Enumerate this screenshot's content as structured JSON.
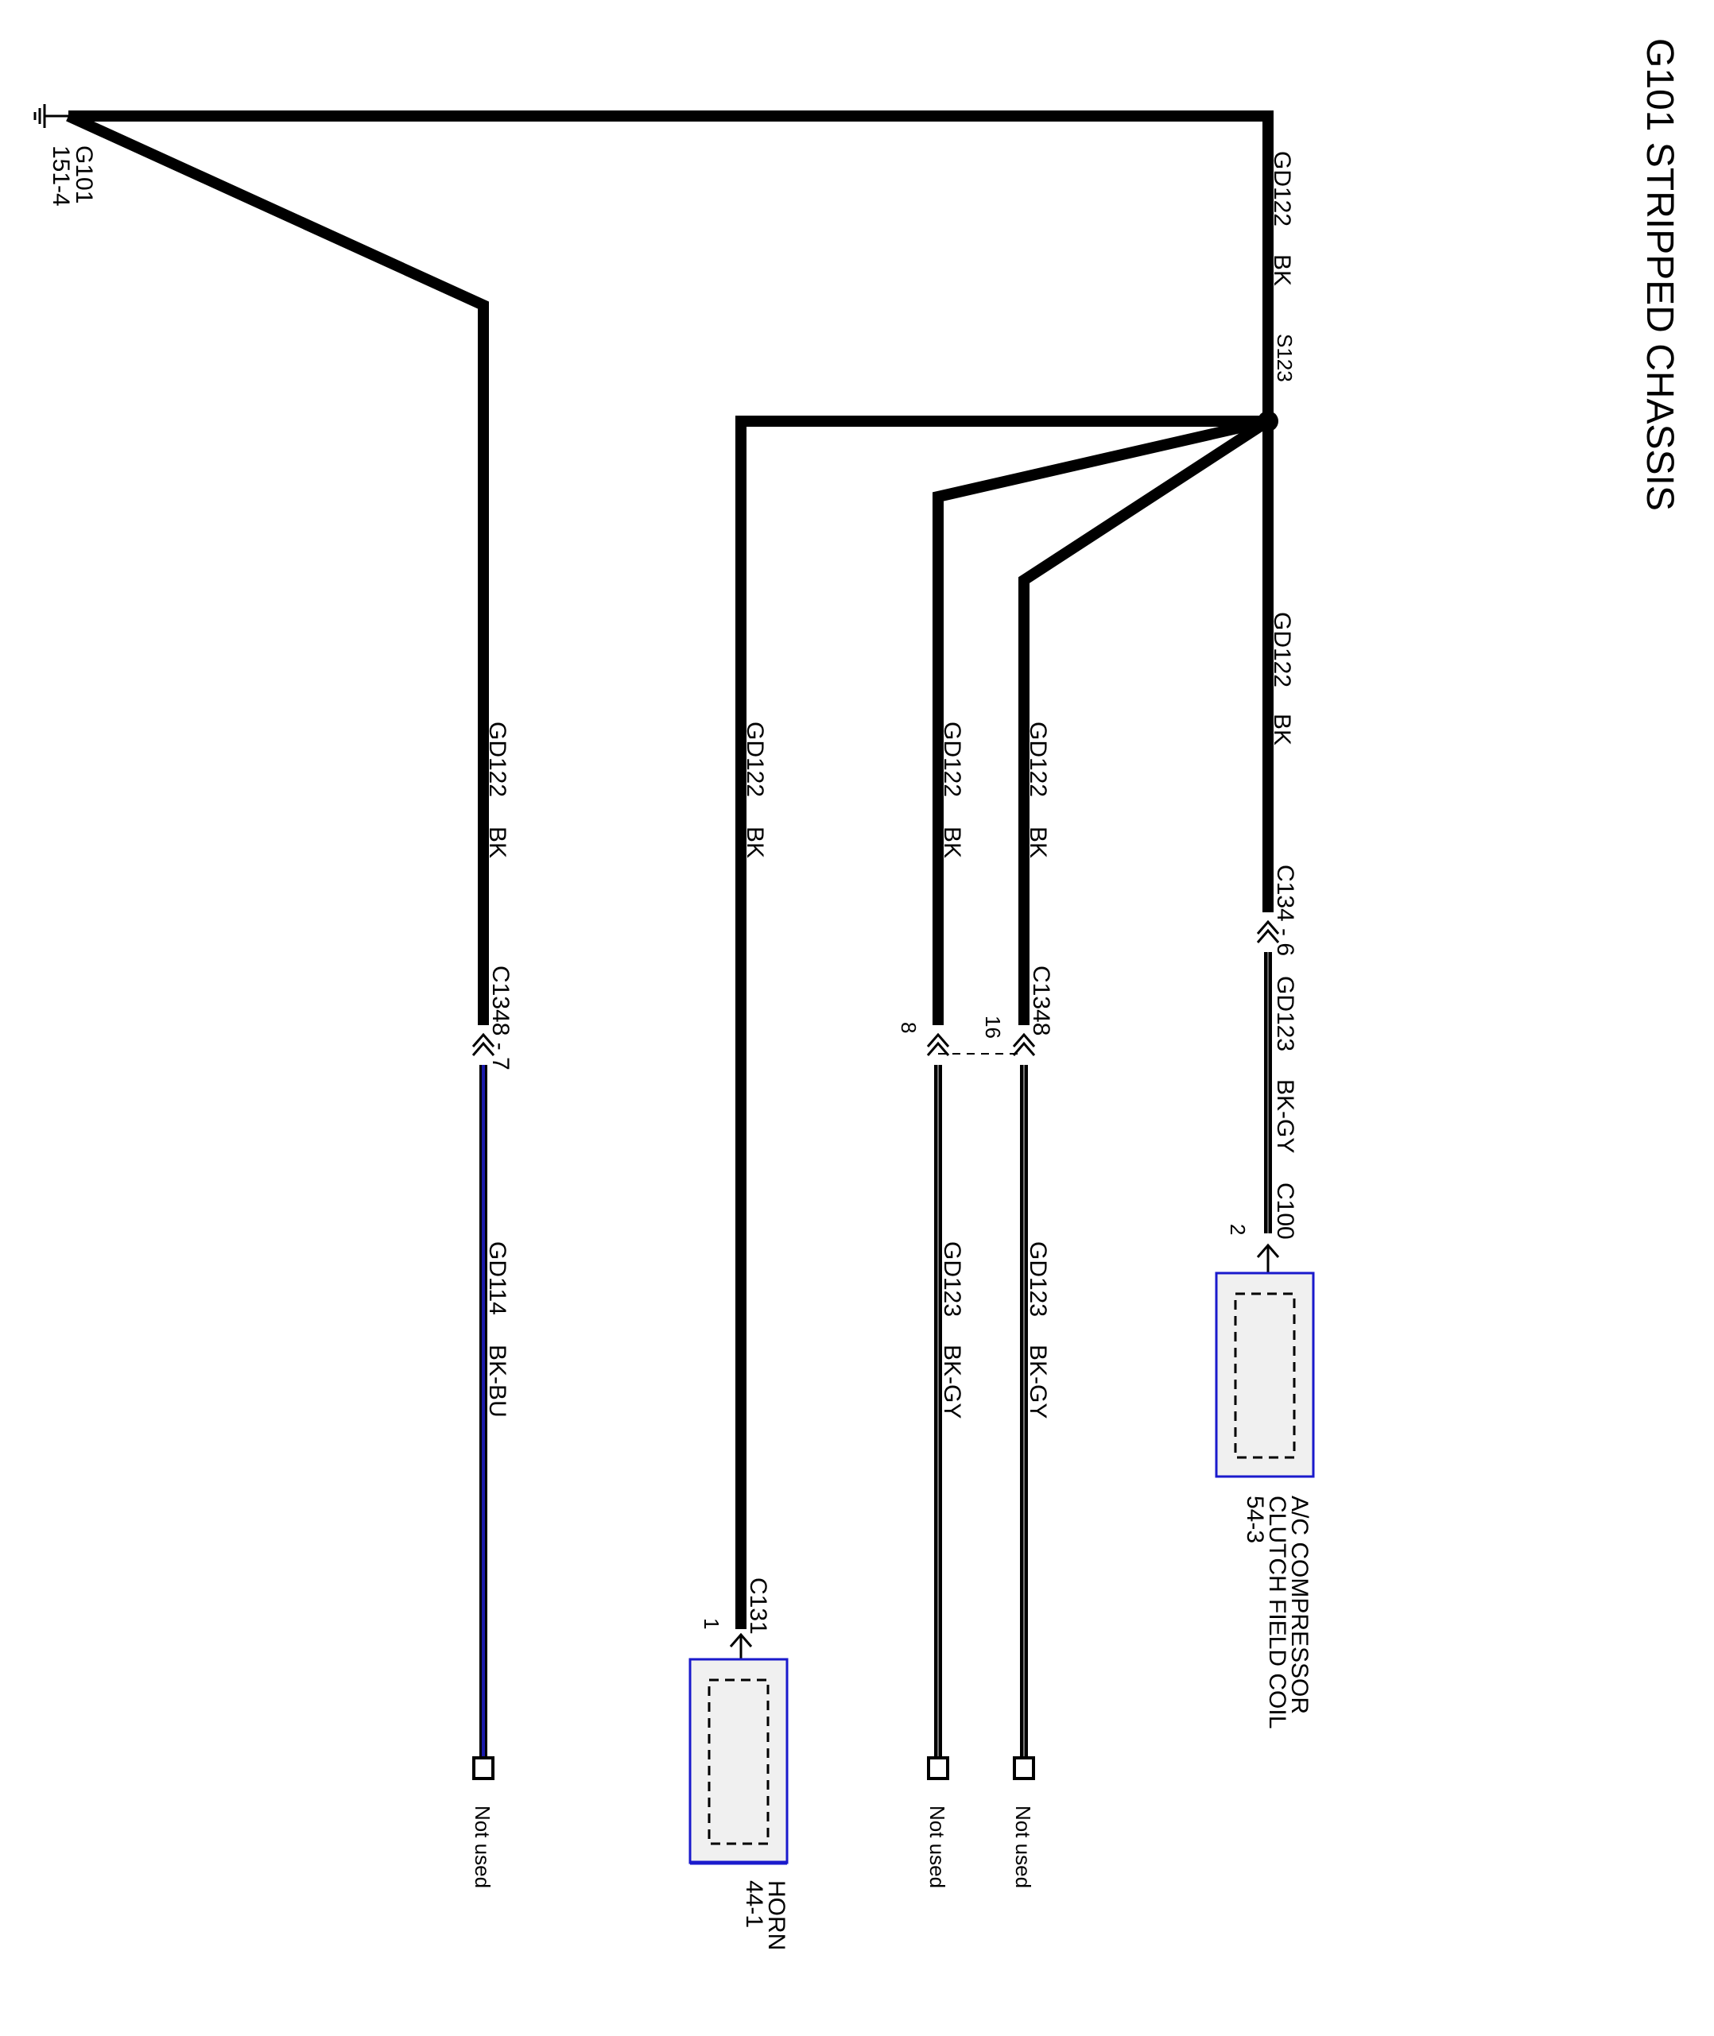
{
  "title": "G101 STRIPPED CHASSIS",
  "ground": {
    "name": "G101",
    "ref": "151-4"
  },
  "splice": {
    "name": "S123"
  },
  "colors": {
    "wire_black": "#000000",
    "wire_blue": "#000080",
    "component_border": "#1a1acc",
    "component_fill": "#f0f0f0"
  },
  "wires": {
    "main": {
      "circuit": "GD122",
      "color": "BK"
    },
    "w_c134": {
      "circuit": "GD122",
      "color": "BK"
    },
    "w_c134b": {
      "circuit": "GD123",
      "color": "BK-GY"
    },
    "w_16": {
      "circuit": "GD122",
      "color": "BK"
    },
    "w_16b": {
      "circuit": "GD123",
      "color": "BK-GY"
    },
    "w_8": {
      "circuit": "GD122",
      "color": "BK"
    },
    "w_8b": {
      "circuit": "GD123",
      "color": "BK-GY"
    },
    "w_horn": {
      "circuit": "GD122",
      "color": "BK"
    },
    "w_7": {
      "circuit": "GD122",
      "color": "BK"
    },
    "w_7b": {
      "circuit": "GD114",
      "color": "BK-BU"
    }
  },
  "connectors": {
    "c134": "C134 - 6",
    "c100": "C100",
    "c100_pin": "2",
    "c1348_pair": "C1348",
    "pin16": "16",
    "pin8": "8",
    "c1348_7": "C1348 - 7",
    "c131": "C131",
    "c131_pin": "1"
  },
  "components": {
    "ac_clutch": {
      "line1": "A/C COMPRESSOR",
      "line2": "CLUTCH FIELD COIL",
      "ref": "54-3"
    },
    "horn": {
      "line1": "HORN",
      "ref": "44-1"
    }
  },
  "not_used": "Not used"
}
